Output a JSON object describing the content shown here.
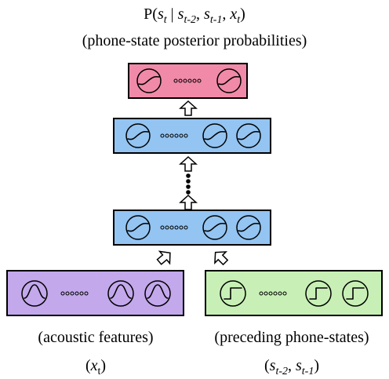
{
  "top": {
    "formula": {
      "p": "P(",
      "s_t": "s",
      "s_t_sub": "t",
      "bar": " | ",
      "s_t2": "s",
      "s_t2_sub": "t-2",
      "comma1": ", ",
      "s_t1": "s",
      "s_t1_sub": "t-1",
      "comma2": ", ",
      "x_t": "x",
      "x_t_sub": "t",
      "close": ")"
    },
    "caption": "(phone-state posterior probabilities)"
  },
  "bottom_left": {
    "caption": "(acoustic features)",
    "var": "x",
    "var_sub": "t"
  },
  "bottom_right": {
    "caption": "(preceding phone-states)",
    "s1": "s",
    "s1_sub": "t-2",
    "comma": ", ",
    "s2": "s",
    "s2_sub": "t-1"
  },
  "colors": {
    "output_fill": "#f08aa8",
    "output_neuron": "#e8608a",
    "hidden_fill": "#93c4f2",
    "hidden_neuron": "#6aa7ea",
    "acoustic_fill": "#c3a8ec",
    "acoustic_neuron": "#a882e6",
    "state_fill": "#c8f0b6",
    "state_neuron": "#a6e592"
  },
  "icons": {
    "output": "sigmoid-icon",
    "hidden": "sigmoid-icon",
    "acoustic": "gaussian-icon",
    "state": "step-icon"
  }
}
